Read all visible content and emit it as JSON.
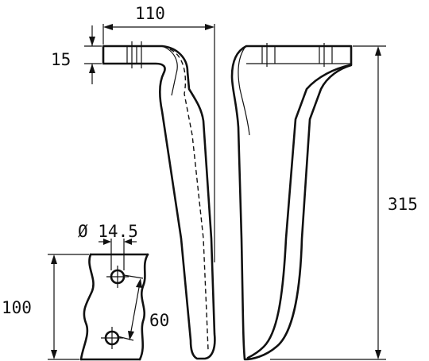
{
  "dimensions": {
    "width_top": "110",
    "flange_thickness": "15",
    "height_total": "315",
    "hole_diameter": "Ø 14.5",
    "hole_pattern_height": "100",
    "hole_spacing": "60"
  }
}
